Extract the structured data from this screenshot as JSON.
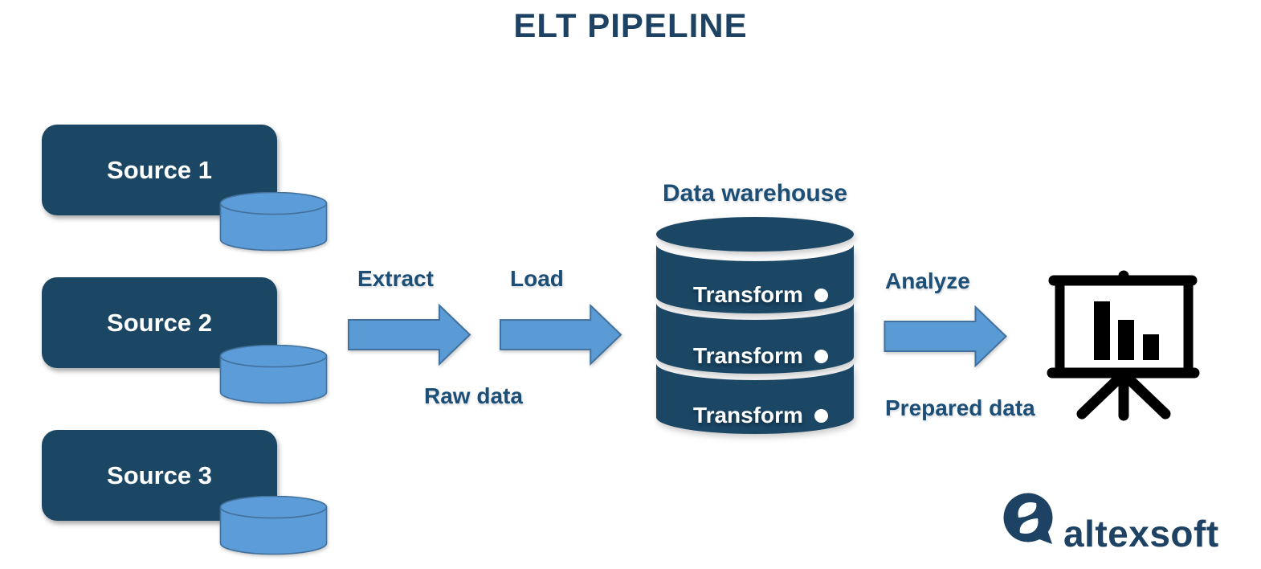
{
  "title": "ELT PIPELINE",
  "colors": {
    "navy": "#1b4765",
    "title_text": "#1d4263",
    "label_text": "#1d4f76",
    "arrow_fill": "#5b9bd5",
    "arrow_border": "#41719c",
    "cylinder_fill": "#5c9cd8",
    "transform_text": "#ffffff",
    "presentation_icon": "#000000",
    "background": "#ffffff"
  },
  "sources": [
    {
      "label": "Source 1"
    },
    {
      "label": "Source 2"
    },
    {
      "label": "Source 3"
    }
  ],
  "flow": {
    "extract_label": "Extract",
    "load_label": "Load",
    "raw_data_label": "Raw data",
    "analyze_label": "Analyze",
    "prepared_data_label": "Prepared data"
  },
  "warehouse": {
    "label": "Data warehouse",
    "layers": [
      "Transform",
      "Transform",
      "Transform"
    ]
  },
  "logo": {
    "text": "altexsoft"
  },
  "icons": {
    "source_database": "database-cylinder-icon",
    "warehouse_database": "database-stack-icon",
    "arrows": "right-arrow-icon",
    "result": "presentation-bar-chart-icon",
    "brand": "altexsoft-logo-icon"
  }
}
